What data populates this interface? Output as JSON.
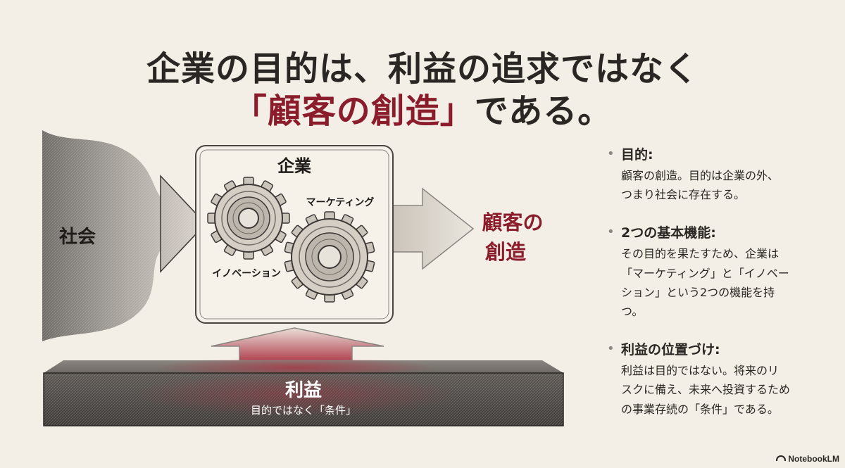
{
  "title": {
    "line1": "企業の目的は、利益の追求ではなく",
    "line2_accent": "「顧客の創造」",
    "line2_rest": "である。"
  },
  "diagram": {
    "society_label": "社会",
    "company_label": "企業",
    "gear1_label": "マーケティング",
    "gear2_label": "イノベーション",
    "output_line1": "顧客の",
    "output_line2": "創造",
    "profit_label": "利益",
    "profit_sub": "目的ではなく「条件」"
  },
  "bullets": [
    {
      "head": "目的:",
      "body": "顧客の創造。目的は企業の外、\nつまり社会に存在する。"
    },
    {
      "head": "2つの基本機能:",
      "body": "その目的を果たすため、企業は\n「マーケティング」と「イノベー\nション」という2つの機能を持\nつ。"
    },
    {
      "head": "利益の位置づけ:",
      "body": "利益は目的ではない。将来のリ\nスクに備え、未来へ投資するため\nの事業存続の「条件」である。"
    }
  ],
  "brand": "NotebookLM",
  "colors": {
    "accent": "#8a1c2b",
    "background": "#f3efe6",
    "ink": "#2a2623"
  }
}
